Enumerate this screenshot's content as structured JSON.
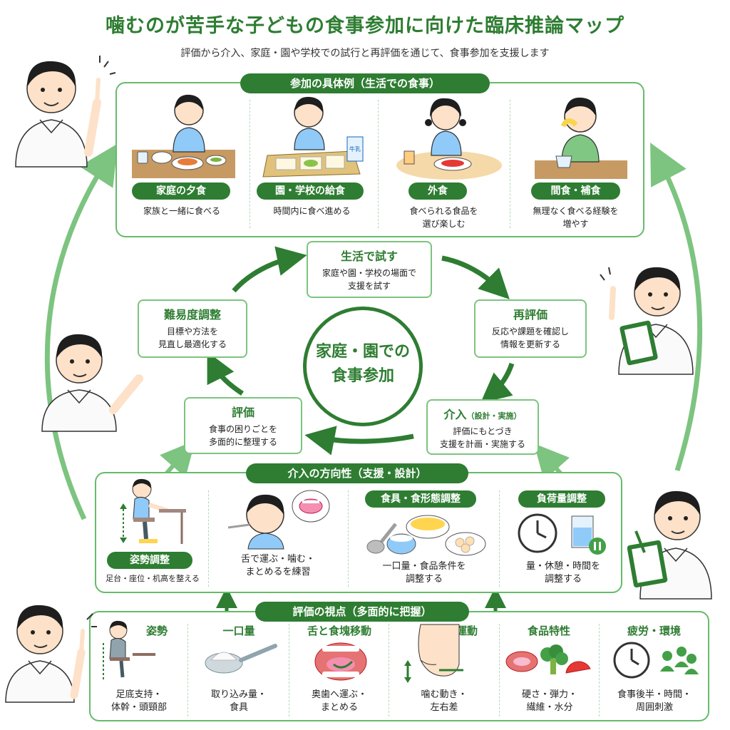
{
  "title": "噛むのが苦手な子どもの食事参加に向けた臨床推論マップ",
  "subtitle": "評価から介入、家庭・園や学校での試行と再評価を通じて、食事参加を支援します",
  "participation": {
    "header": "参加の具体例（生活での食事）",
    "items": [
      {
        "label": "家庭の夕食",
        "desc": "家族と一緒に食べる"
      },
      {
        "label": "園・学校の給食",
        "desc": "時間内に食べ進める"
      },
      {
        "label": "外食",
        "desc": "食べられる食品を\n選び楽しむ"
      },
      {
        "label": "間食・補食",
        "desc": "無理なく食べる経験を\n増やす"
      }
    ],
    "milk_text": "牛乳"
  },
  "cycle": {
    "center": "家庭・園での\n食事参加",
    "steps": {
      "try": {
        "title": "生活で試す",
        "desc": "家庭や園・学校の場面で\n支援を試す"
      },
      "reeval": {
        "title": "再評価",
        "desc": "反応や課題を確認し\n情報を更新する"
      },
      "intervene": {
        "title": "介入",
        "title_note": "（設計・実施）",
        "desc": "評価にもとづき\n支援を計画・実施する"
      },
      "evaluate": {
        "title": "評価",
        "desc": "食事の困りごとを\n多面的に整理する"
      },
      "adjust": {
        "title": "難易度調整",
        "desc": "目標や方法を\n見直し最適化する"
      }
    }
  },
  "direction": {
    "header": "介入の方向性（支援・設計）",
    "items": [
      {
        "label": "姿勢調整",
        "desc": "足台・座位・机高を整える"
      },
      {
        "label": "",
        "desc": "舌で運ぶ・噛む・\nまとめるを練習"
      },
      {
        "label": "食具・食形態調整",
        "desc": "一口量・食品条件を\n調整する"
      },
      {
        "label": "負荷量調整",
        "desc": "量・休憩・時間を\n調整する"
      }
    ]
  },
  "viewpoints": {
    "header": "評価の視点（多面的に把握）",
    "items": [
      {
        "label": "姿勢",
        "desc": "足底支持・\n体幹・頭頸部"
      },
      {
        "label": "一口量",
        "desc": "取り込み量・\n食具"
      },
      {
        "label": "舌と食塊移動",
        "desc": "奥歯へ運ぶ・\nまとめる"
      },
      {
        "label": "顎運動",
        "desc": "噛む動き・\n左右差"
      },
      {
        "label": "食品特性",
        "desc": "硬さ・弾力・\n繊維・水分"
      },
      {
        "label": "疲労・環境",
        "desc": "食事後半・時間・\n周囲刺激"
      }
    ]
  },
  "colors": {
    "primary": "#2e7d32",
    "light": "#66bb6a",
    "arrow": "#7cc47f"
  }
}
